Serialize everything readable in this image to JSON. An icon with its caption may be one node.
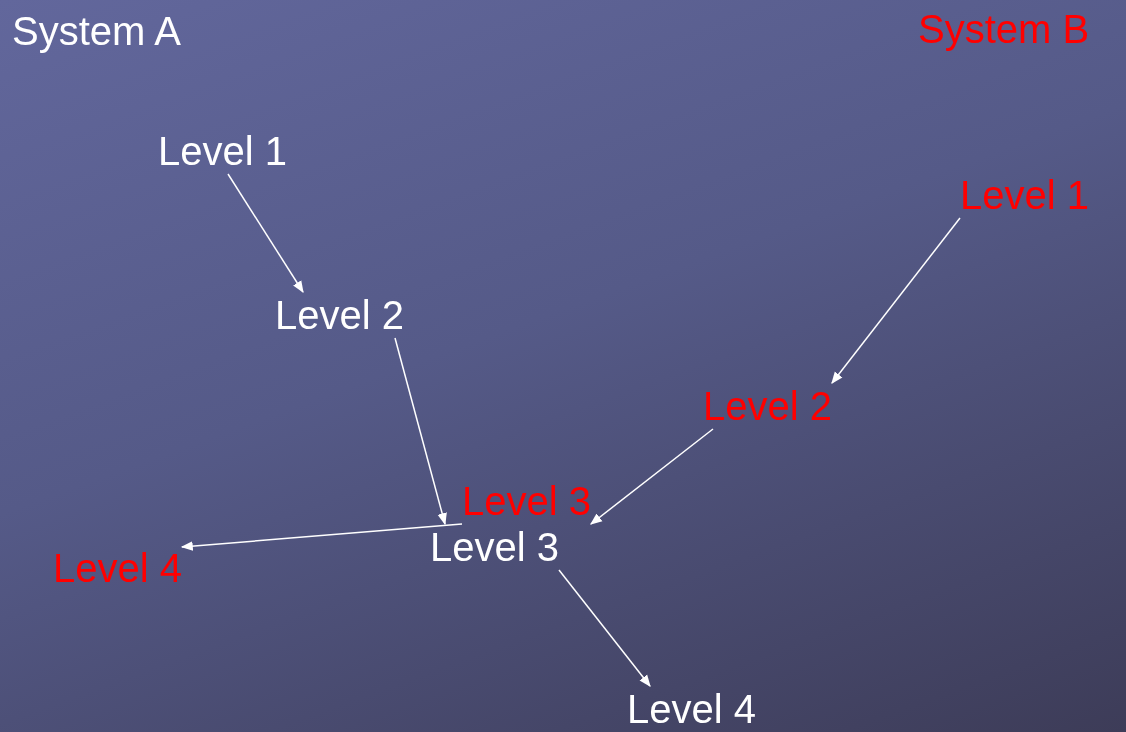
{
  "diagram": {
    "nodes": [
      {
        "text": [
          "Level 1"
        ]
      },
      {
        "text": [
          "Level 2"
        ]
      },
      {
        "text": [
          "Level 3"
        ]
      },
      {
        "text": [
          "Level 4"
        ]
      },
      {
        "text": [
          "Level 1"
        ]
      },
      {
        "text": [
          "Level 2"
        ]
      },
      {
        "text": [
          "Level 3"
        ]
      },
      {
        "text": [
          "Level 4"
        ]
      }
    ],
    "edges": [
      {
        "from": 0,
        "to": 1,
        "arrow": "to"
      },
      {
        "from": 1,
        "to": 2,
        "arrow": "to"
      },
      {
        "from": 2,
        "to": 3,
        "arrow": "to"
      },
      {
        "from": 4,
        "to": 5,
        "arrow": "to"
      },
      {
        "from": 5,
        "to": 6,
        "arrow": "to"
      },
      {
        "from": 6,
        "to": 7,
        "arrow": "to"
      }
    ],
    "labels": [
      "System A",
      "System B"
    ]
  }
}
